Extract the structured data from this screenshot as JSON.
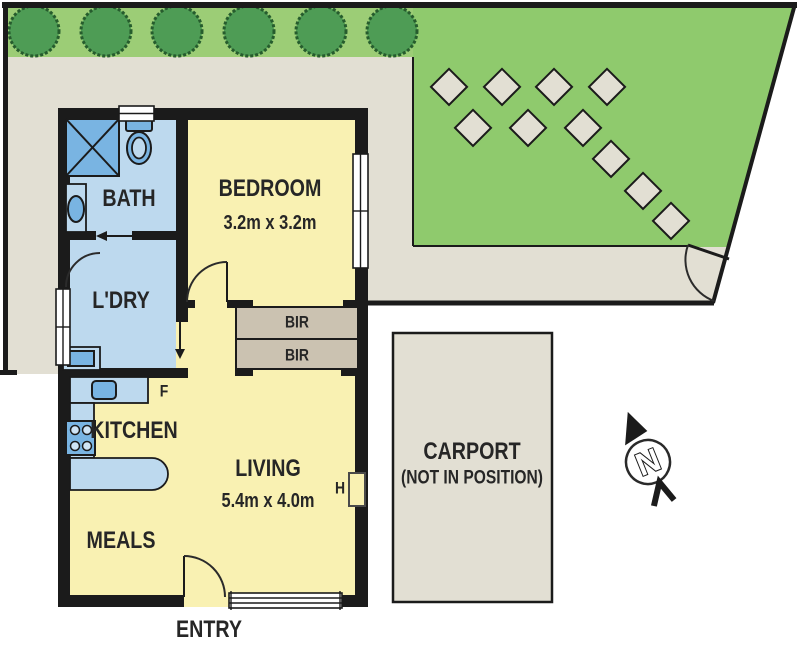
{
  "rooms": {
    "bath": {
      "name": "BATH"
    },
    "laundry": {
      "name": "L'DRY"
    },
    "bedroom": {
      "name": "BEDROOM",
      "dimensions": "3.2m x 3.2m"
    },
    "living": {
      "name": "LIVING",
      "dimensions": "5.4m x 4.0m"
    },
    "kitchen": {
      "name": "KITCHEN"
    },
    "meals": {
      "name": "MEALS"
    }
  },
  "fixtures": {
    "built_in_robe_top": "BIR",
    "built_in_robe_bottom": "BIR",
    "fridge_marker": "F",
    "heater_marker": "H"
  },
  "annotations": {
    "entry": "ENTRY",
    "carport_title": "CARPORT",
    "carport_subtitle": "(NOT IN POSITION)",
    "compass_north": "N"
  },
  "colors": {
    "wall": "#1b1b1b",
    "garden_green": "#8fca6d",
    "hedge_green": "#9ccd76",
    "tree_green": "#4e9c55",
    "tree_outline": "#265c2d",
    "room_blue": "#bdd9ee",
    "fixture_blue": "#79b4e2",
    "room_yellow": "#f9f1b2",
    "robe_tan": "#cbc2b1",
    "paving_beige": "#e2dfd3",
    "label_ink": "#262626"
  }
}
